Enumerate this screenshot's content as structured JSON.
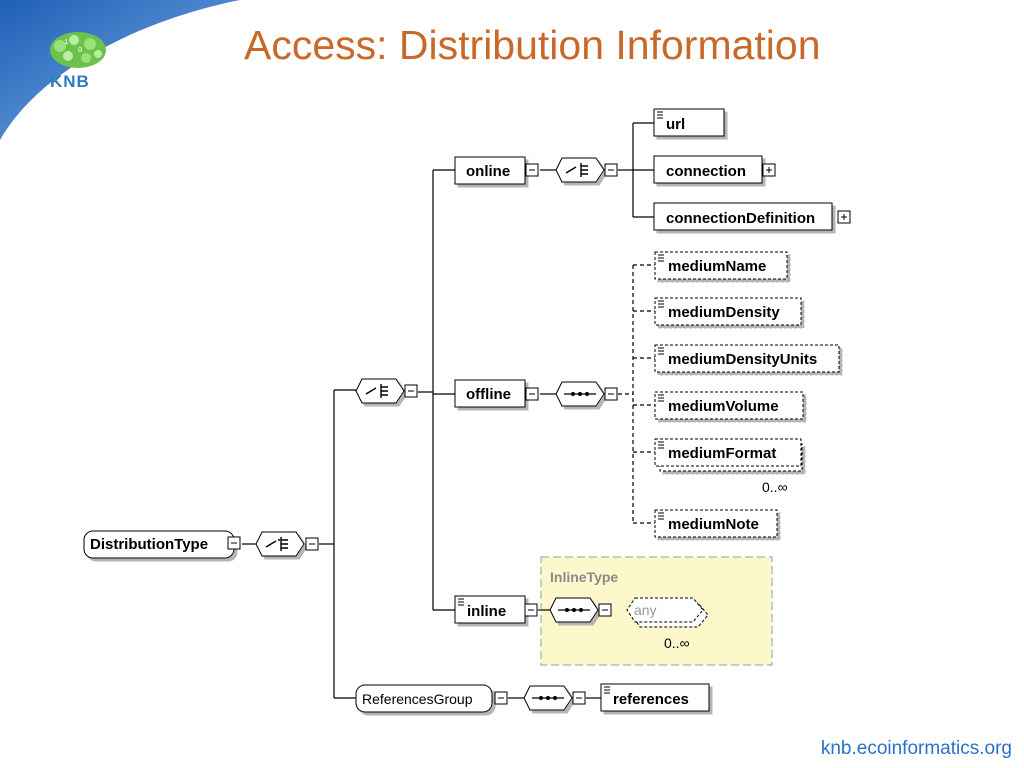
{
  "header": {
    "title": "Access: Distribution Information",
    "logo_text": "KNB",
    "logo_icon": "knb-logo-icon"
  },
  "diagram": {
    "root": "DistributionType",
    "branches": {
      "online": "online",
      "offline": "offline",
      "inline": "inline",
      "group": "ReferencesGroup",
      "references": "references"
    },
    "online_children": [
      "url",
      "connection",
      "connectionDefinition"
    ],
    "offline_children": [
      "mediumName",
      "mediumDensity",
      "mediumDensityUnits",
      "mediumVolume",
      "mediumFormat",
      "mediumNote"
    ],
    "medium_format_cardinality": "0..∞",
    "inline_type": {
      "title": "InlineType",
      "any_label": "any",
      "cardinality": "0..∞"
    }
  },
  "footer": {
    "url": "knb.ecoinformatics.org"
  },
  "colors": {
    "title": "#c8692a",
    "footer": "#2a72c6",
    "corner": "#2f6fc0",
    "inline_bg": "#fdf8cc",
    "logo_green": "#4caf50"
  }
}
